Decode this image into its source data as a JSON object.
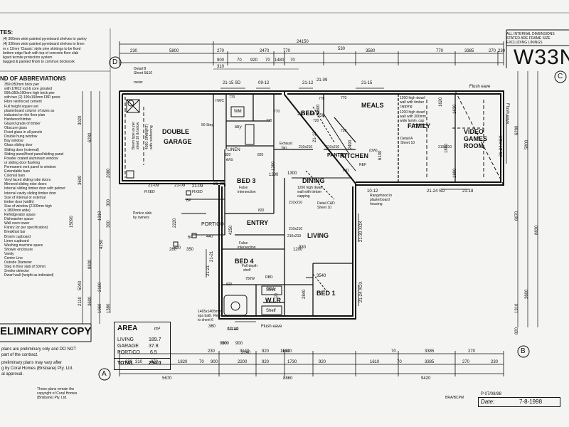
{
  "header": {
    "plan_code": "W33N",
    "internal_dims_note": [
      "ALL INTERNAL DIMENSIONS",
      "STATED ARE FRAME SIZE",
      "EXCLUDING LININGS"
    ]
  },
  "notes": {
    "title": "TES:",
    "lines": [
      "(4) 300mm wide painted pyneboard shelves to pantry",
      "(4) 330mm wide painted pyneboard shelves to linen",
      "m x 12mm 'Classic' style pine skirtings to be fixed",
      "bottom edge flush with top of concrete floor slab",
      "ilgard termite protection system",
      "bagged & painted finish to common brickwork"
    ]
  },
  "abbreviations": {
    "title": "ND OF ABBREVIATIONS",
    "items": [
      "350x350mm brick pier",
      "with 1/M12 rod & core grouted",
      "590x350x190mm high brick pier",
      "with two (2) 190x190mm F8D posts",
      "Fibre reinforced cement",
      "Full height square set",
      "plasterboard column of sizes as",
      "indicated on the floor plan",
      "Hardwood timber",
      "Glazed grade of timber",
      "Obscure glass",
      "Fixed glass in all panels",
      "Double hung window",
      "Bay window",
      "Glass sliding door",
      "Sliding door (external)",
      "Sliding panel/fixed panel/sliding panel",
      "Powder coated aluminium window",
      "or sliding door flashing",
      "Permanent vent panel to window",
      "Extendable bars",
      "Colonial bars",
      "Vinyl faced sliding robe doors",
      "Mirrored sliding robe doors",
      "Internal sliding timber door with pelmet",
      "Internal cavity sliding timber door",
      "Size of internal or external",
      "timber door (width)",
      "Size of window (2100mm high",
      "x 1800mm wide)",
      "Refridgerator space",
      "Dishwasher space",
      "Wall oven tower",
      "Pantry (or per specification)",
      "Breakfast bar",
      "Broom cupboard",
      "Linen cupboard",
      "Washing machine space",
      "Shower enclosure",
      "Vanity",
      "Centre Line",
      "Outside Diameter",
      "Step in floor slab of 50mm",
      "Smoke detector",
      "Dwarf wall (height as indicated)"
    ]
  },
  "preliminary": {
    "title": "ELIMINARY COPY",
    "lines": [
      "plans are preliminary only and DO NOT",
      "part of the contract.",
      "preliminary plans may vary after",
      "g by Coral Homes (Brisbane) Pty. Ltd.",
      "al approval."
    ],
    "copyright": [
      "These plans remain the",
      "copyright of Coral Homes",
      "(Brisbane) Pty. Ltd."
    ]
  },
  "area_table": {
    "title": "AREA",
    "unit": "m²",
    "rows": [
      {
        "label": "LIVING",
        "value": "189.7"
      },
      {
        "label": "GARAGE",
        "value": "37.8"
      },
      {
        "label": "PORTICO",
        "value": "6.5"
      }
    ],
    "total_label": "TOTAL",
    "total_value": "234.0"
  },
  "rooms": {
    "garage": [
      "DOUBLE",
      "GARAGE"
    ],
    "bed2": "BED 2",
    "meals": "MEALS",
    "family": "FAMILY",
    "video": [
      "VIDEO",
      "GAMES",
      "ROOM"
    ],
    "kitchen": "KITCHEN",
    "pantry": "PANTRY",
    "dining": "DINING",
    "bed3": "BED 3",
    "entry": "ENTRY",
    "portico": "PORTICO",
    "living": "LIVING",
    "bed4": "BED 4",
    "bed1": "BED 1",
    "wir": "W.I.R",
    "linen": "LINEN",
    "shelf": "Shelf",
    "wm": "WM",
    "ldry": "ldry",
    "ens": "ens"
  },
  "labels": {
    "detail_b": [
      "Detail B",
      "Sheet 5&10"
    ],
    "meter": "meter",
    "step": "50 Step",
    "beam_note": [
      "Beam type as per",
      "sheet 10 & below"
    ],
    "slab_note": [
      "4090 SPAN(RT)",
      "with reinforcing"
    ],
    "flush_eave_top": "Flush eave",
    "flush_eave_right": "Flush eave",
    "flush_eave_bottom": "Flush eave",
    "dwarf_wall_1": [
      "1200 high dwarf",
      "wall with timber",
      "capping"
    ],
    "dwarf_wall_2": [
      "1200 high dwarf",
      "wall with 300mm",
      "wide lamin. cap"
    ],
    "detail_a": [
      "Detail A",
      "Sheet 10"
    ],
    "rangehood": [
      "Rangehood in",
      "plasterboard",
      "housing"
    ],
    "exhaust_fan": [
      "Exhaust",
      "fan"
    ],
    "dwarf_wall_dining": [
      "1200 high dwarf",
      "wall with timber",
      "capping"
    ],
    "detail_cd": [
      "Detail C&D",
      "Sheet 10"
    ],
    "false_intersection_1": [
      "False",
      "intersection"
    ],
    "false_intersection_2": [
      "False",
      "intersection"
    ],
    "portico_slab": [
      "Portico slab",
      "by owners"
    ],
    "full_depth_shelf": [
      "Full depth",
      "shelf"
    ],
    "spa_note": [
      "1465x1465mm",
      "spa bath. Refer",
      "to sheet 6"
    ],
    "clear": "CLEAR",
    "fixed": "FIXED",
    "hwc": "HWC",
    "dw": "(DW)",
    "ref": "REF",
    "wo": "WO",
    "bp": "BP",
    "rbd": "RBD"
  },
  "window_codes": [
    "21-15 SD",
    "09-12",
    "21-12",
    "21-15",
    "21-09",
    "21-09",
    "10-12",
    "21-24 SD",
    "21-18",
    "21-24 XOX",
    "21-30 XOX",
    "21-24 XOX",
    "21-21",
    "21-12",
    "21-09",
    "10-12",
    "21-09",
    "21-21",
    "21-09"
  ],
  "door_sizes": [
    "820",
    "820",
    "820",
    "820",
    "770",
    "770",
    "770",
    "720",
    "720",
    "720",
    "210x210",
    "210x210",
    "210x210",
    "210x210",
    "210x210",
    "210x210",
    "750W",
    "720d",
    "770",
    "770"
  ],
  "dims_top": {
    "overall": "24150",
    "row1": [
      "230",
      "5800",
      "270",
      "2470",
      "770",
      "3580",
      "770",
      "3385",
      "270",
      "230"
    ],
    "row2": [
      "900",
      "70",
      "920",
      "70",
      "1480",
      "70"
    ],
    "sub": [
      "310",
      "530"
    ]
  },
  "dims_bottom": {
    "overall_left": "5670",
    "overall_mid": "8860",
    "overall_right": "9420",
    "row1": [
      "230",
      "900",
      "3140",
      "920",
      "1610",
      "3385"
    ],
    "row2": [
      "230",
      "310",
      "870",
      "1820",
      "70",
      "900",
      "2200",
      "920",
      "1730",
      "920",
      "1610",
      "70",
      "3385",
      "270",
      "230"
    ],
    "extra": [
      "900",
      "270",
      "70"
    ]
  },
  "dims_left": [
    "3020",
    "6280",
    "3600",
    "15090",
    "8830",
    "2110",
    "5040",
    "1310",
    "4250",
    "2100",
    "1060",
    "300",
    "300",
    "2080",
    "3600",
    "1380"
  ],
  "dims_right": [
    "6280",
    "5800",
    "6670",
    "8830",
    "3600",
    "1310",
    "820"
  ],
  "dims_interior": [
    "4250",
    "3540",
    "2840",
    "6130",
    "2220",
    "1290",
    "1300",
    "1890",
    "1620",
    "1890",
    "1630",
    "1290",
    "3140",
    "900",
    "1500",
    "270",
    "1190",
    "550",
    "1200",
    "930",
    "590",
    "360",
    "447",
    "260",
    "350",
    "1610",
    "2490"
  ],
  "grid_markers": [
    "A",
    "B",
    "C",
    "D"
  ],
  "title_block": {
    "drawn": "BRA/BCPM",
    "plan_no": "P 07/08/98",
    "date_label": "Date:",
    "date_value": "7-8-1998"
  },
  "colors": {
    "paper": "#f4f4f2",
    "ink": "#111111",
    "border": "#d9d9d9"
  }
}
